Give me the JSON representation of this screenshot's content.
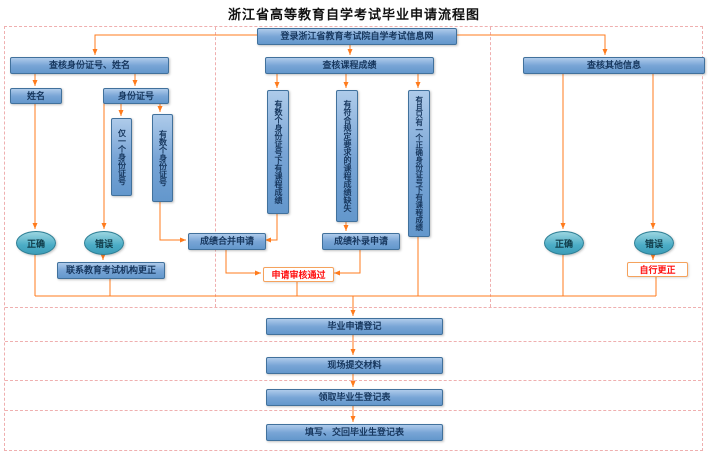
{
  "title": "浙江省高等教育自学考试毕业申请流程图",
  "flow": {
    "login": "登录浙江省教育考试院自学考试信息网",
    "left": {
      "header": "查核身份证号、姓名",
      "name": "姓名",
      "id_number": "身份证号",
      "only_one_id": "仅一个身份证号",
      "multiple_id": "有数个身份证号",
      "correct": "正确",
      "wrong": "错误",
      "contact_fix": "联系教育考试机构更正"
    },
    "middle": {
      "header": "查核课程成绩",
      "cond_multi": "有数个身份证号下有课程成绩",
      "cond_missing": "有符合规定要求的课程成绩缺失",
      "cond_single": "有且只有一个正确身份证号下有课程成绩",
      "merge_apply": "成绩合并申请",
      "supplement_apply": "成绩补录申请",
      "approved": "申请审核通过"
    },
    "right": {
      "header": "查核其他信息",
      "correct": "正确",
      "wrong": "错误",
      "self_fix": "自行更正"
    },
    "bottom": {
      "register": "毕业申请登记",
      "submit": "现场提交材料",
      "receive": "领取毕业生登记表",
      "fill": "填写、交回毕业生登记表"
    }
  },
  "colors": {
    "node_fill": "#79a5d6",
    "node_border": "#41719c",
    "node_text": "#17375e",
    "ellipse_fill": "#4bacc6",
    "ellipse_border": "#2e7f95",
    "arrow": "#ff7b1c",
    "dashed_border": "#efafaf",
    "alert_text": "#ff1010",
    "alert_border": "#f5a25d"
  }
}
